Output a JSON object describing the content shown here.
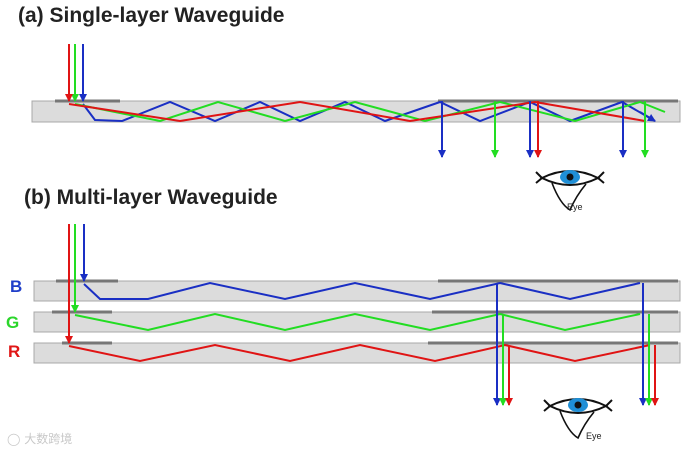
{
  "titles": {
    "single": "(a) Single-layer Waveguide",
    "multi": "(b) Multi-layer Waveguide"
  },
  "layer_labels": {
    "blue": "B",
    "green": "G",
    "red": "R"
  },
  "eye_label": "Eye",
  "watermark": "大数跨境",
  "colors": {
    "blue": "#1a2fc4",
    "green": "#22dd22",
    "red": "#e01414",
    "waveguide_fill": "#dcdcdc",
    "waveguide_border": "#a8a8a8",
    "grating": "#777777",
    "eye_iris": "#1f8fd6"
  },
  "icons": {
    "eye": "eye-icon",
    "watermark": "wechat-logo-icon"
  }
}
